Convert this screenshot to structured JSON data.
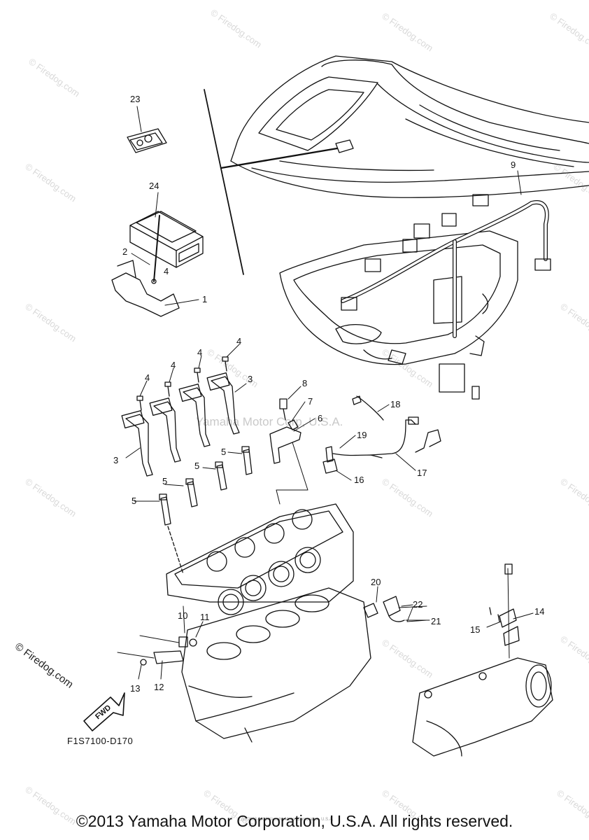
{
  "diagram": {
    "code": "F1S7100-D170",
    "fwd_label": "FWD",
    "center_watermark": "Yamaha Motor Corp, U.S.A.",
    "left_watermark": "© Firedog.com",
    "tile_watermark": "© Firedog.com",
    "tiny_notice": "(c) 2003-2016 Yamaha Motor Corporation, U.S.A.",
    "copyright": "©2013 Yamaha Motor Corporation, U.S.A. All rights reserved."
  },
  "callouts": [
    "1",
    "2",
    "3",
    "3",
    "4",
    "4",
    "4",
    "4",
    "4",
    "5",
    "5",
    "5",
    "5",
    "6",
    "7",
    "8",
    "9",
    "10",
    "11",
    "12",
    "13",
    "14",
    "15",
    "16",
    "17",
    "18",
    "19",
    "20",
    "21",
    "22",
    "23",
    "24"
  ],
  "colors": {
    "line": "#111111",
    "watermark": "#d9d9d9"
  }
}
